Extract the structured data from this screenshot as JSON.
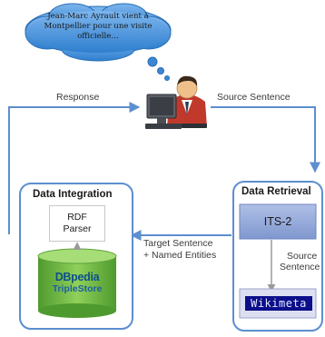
{
  "cloud": {
    "text": "Jean-Marc Ayrault vient à Montpellier pour une visite officielle…"
  },
  "edges": {
    "response": "Response",
    "source_sentence_top": "Source Sentence",
    "source_sentence_right_line1": "Source",
    "source_sentence_right_line2": "Sentence",
    "target_line1": "Target Sentence",
    "target_line2": "+ Named Entities"
  },
  "data_integration": {
    "title": "Data Integration",
    "parser_line1": "RDF",
    "parser_line2": "Parser",
    "store_logo": "DBpedia",
    "store_label": "TripleStore"
  },
  "data_retrieval": {
    "title": "Data Retrieval",
    "its_label": "ITS-2",
    "wikimeta_label": "Wikimeta"
  },
  "icons": [
    "thought-cloud",
    "user-at-computer-icon"
  ],
  "colors": {
    "arrow": "#5b8fcf",
    "cloud": "#4a90d9",
    "store": "#5fa338",
    "its_fill": "#8fa4d6",
    "wikimeta_fill": "#0b0f8a",
    "box_border": "#5b8fcf"
  }
}
